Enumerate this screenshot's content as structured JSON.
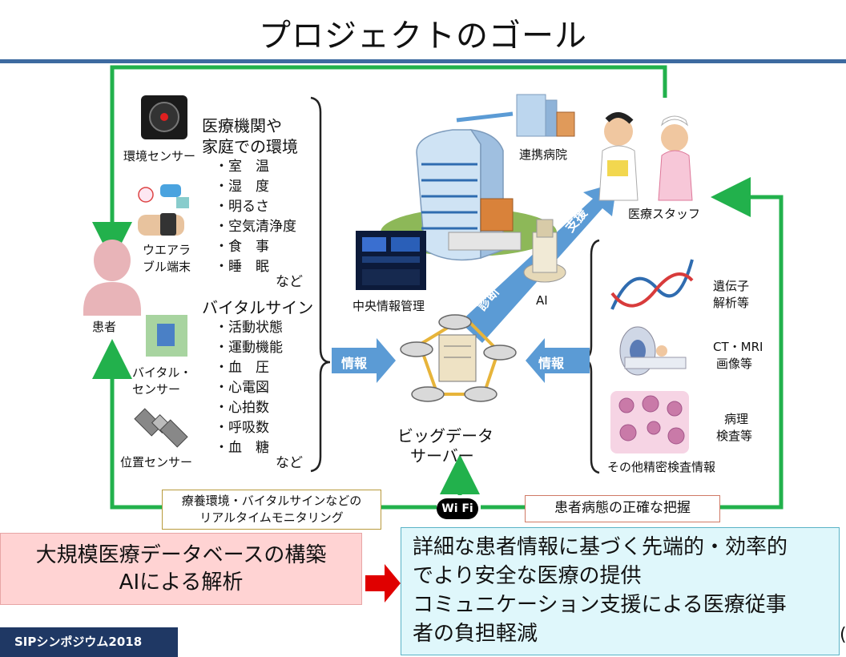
{
  "title": "プロジェクトのゴール",
  "sensors": {
    "environment": "環境センサー",
    "wearable": [
      "ウエアラ",
      "ブル端末"
    ],
    "vital": [
      "バイタル・",
      "センサー"
    ],
    "position": "位置センサー"
  },
  "patient": "患者",
  "env_section": {
    "heading": [
      "医療機関や",
      "家庭での環境"
    ],
    "items": [
      "・室　温",
      "・湿　度",
      "・明るさ",
      "・空気清浄度",
      "・食　事",
      "・睡　眠"
    ],
    "etc": "など"
  },
  "vital_section": {
    "heading": "バイタルサイン",
    "items": [
      "・活動状態",
      "・運動機能",
      "・血　圧",
      "・心電図",
      "・心拍数",
      "・呼吸数",
      "・血　糖"
    ],
    "etc": "など"
  },
  "hospital": "連携病院",
  "central": "中央情報管理",
  "ai": "AI",
  "staff": "医療スタッフ",
  "arrows": {
    "info_left": "情報",
    "info_right": "情報",
    "diagnosis": "診断",
    "support": "支援"
  },
  "server": [
    "ビッグデータ",
    "サーバー"
  ],
  "tests": {
    "gene": [
      "遺伝子",
      "解析等"
    ],
    "ct": [
      "CT・MRI",
      "画像等"
    ],
    "pathology": [
      "病理",
      "検査等"
    ],
    "other": "その他精密検査情報"
  },
  "monitoring": [
    "療養環境・バイタルサインなどの",
    "リアルタイムモニタリング"
  ],
  "grasp": "患者病態の正確な把握",
  "wifi": "Wi Fi",
  "pink_box": [
    "大規模医療データベースの構築",
    "AIによる解析"
  ],
  "cyan_box": [
    "詳細な患者情報に基づく先端的・効率的",
    "でより安全な医療の提供",
    "コミュニケーション支援による医療従事",
    "者の負担軽減"
  ],
  "footer": "SIPシンポジウム2018",
  "page_number": "(",
  "colors": {
    "green": "#22b14c",
    "blue_arrow": "#5b9bd5",
    "title_rule": "#3d6aa0",
    "red_arrow": "#e00000",
    "footer_bg": "#1f3864"
  }
}
